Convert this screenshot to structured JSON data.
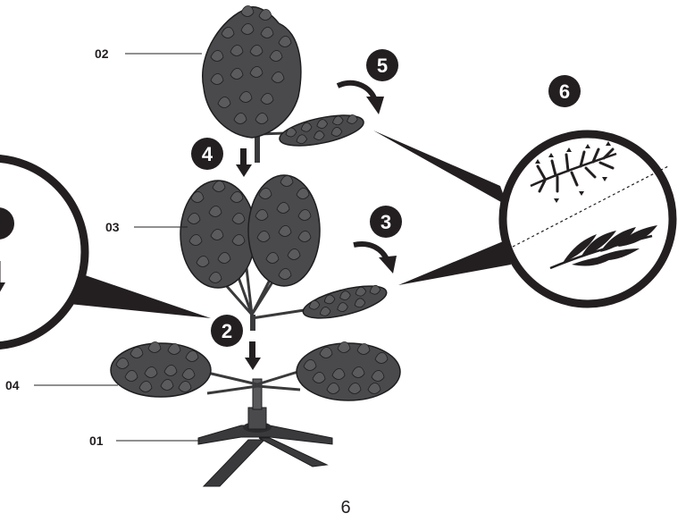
{
  "diagram": {
    "part_labels": {
      "top_section": "02",
      "middle_section": "03",
      "lower_section": "04",
      "stand": "01"
    },
    "step_numbers": {
      "insert_middle": "2",
      "fluff_middle": "3",
      "insert_top": "4",
      "fluff_top": "5",
      "fluff_detail": "6"
    },
    "page_number": "6",
    "colors": {
      "foliage": "#4a4a4c",
      "foliage_dark": "#2b2b2d",
      "ink": "#231f20",
      "badge": "#231f20"
    },
    "icons": [
      "down-arrow-icon",
      "curved-arrow-icon"
    ]
  }
}
